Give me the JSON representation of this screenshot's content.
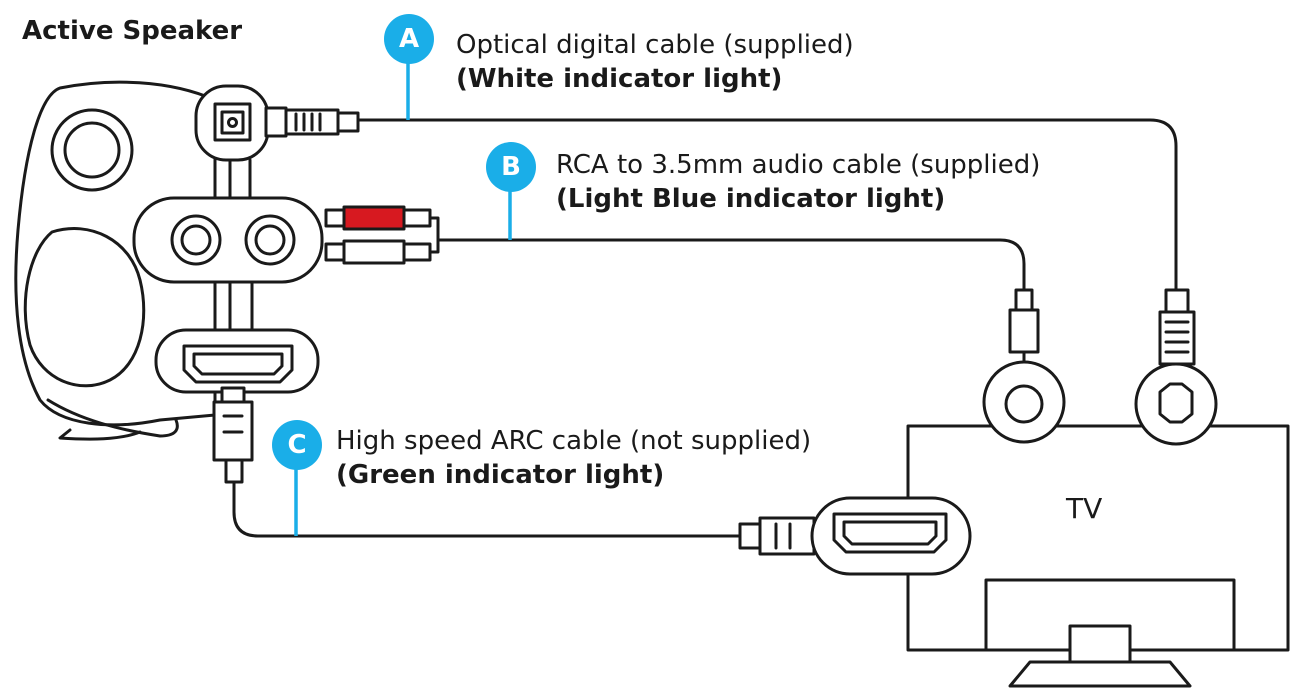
{
  "title": "Active Speaker",
  "tv_label": "TV",
  "colors": {
    "badge": "#1aaee8",
    "cable": "#1a1a1a",
    "accent_line": "#1aaee8",
    "rca_red": "#d71920",
    "rca_white": "#ffffff"
  },
  "connections": [
    {
      "letter": "A",
      "cable": "Optical digital cable (supplied)",
      "indicator": "(White indicator light)"
    },
    {
      "letter": "B",
      "cable": "RCA to 3.5mm audio cable (supplied)",
      "indicator": "(Light Blue indicator light)"
    },
    {
      "letter": "C",
      "cable": "High speed ARC cable (not supplied)",
      "indicator": "(Green indicator light)"
    }
  ]
}
